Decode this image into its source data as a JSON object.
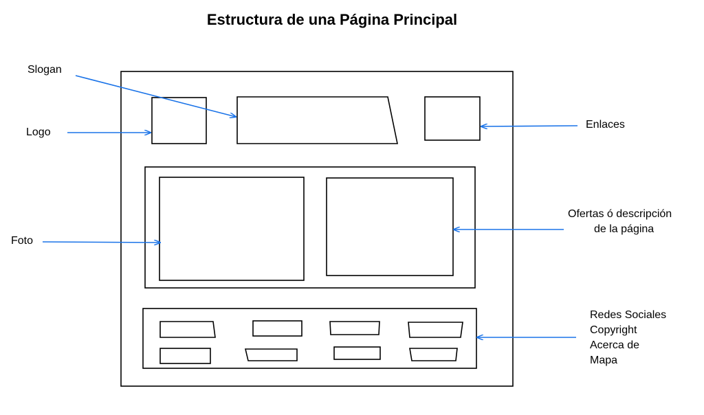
{
  "title": "Estructura de una Página Principal",
  "labels": {
    "slogan": "Slogan",
    "logo": "Logo",
    "enlaces": "Enlaces",
    "foto": "Foto",
    "ofertas_line1": "Ofertas ó descripción",
    "ofertas_line2": "de la página",
    "footer_items": [
      "Redes Sociales",
      "Copyright",
      "Acerca de",
      "Mapa"
    ]
  },
  "colors": {
    "arrow": "#1a73e8",
    "outline": "#000000"
  }
}
